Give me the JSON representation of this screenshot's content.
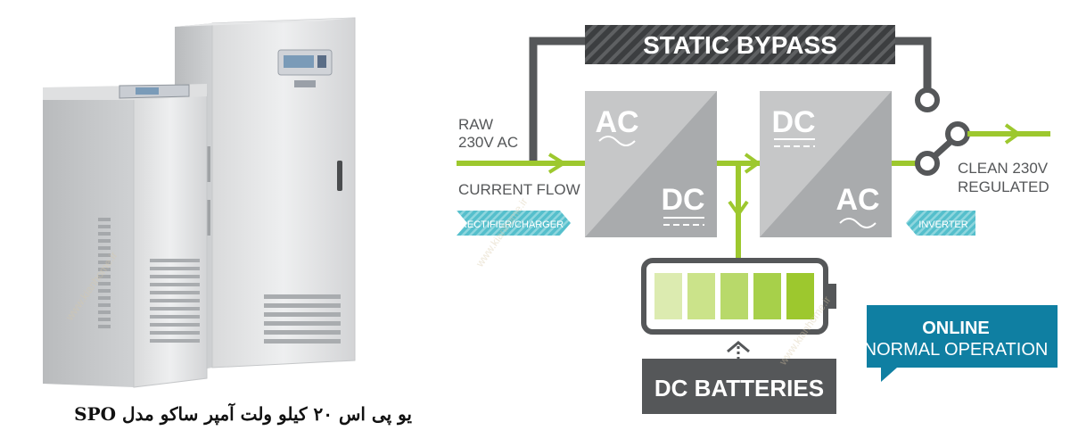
{
  "product": {
    "caption_text": "یو پی اس ۲۰ کیلو ولت آمپر ساکو مدل",
    "caption_model": "SPO"
  },
  "diagram": {
    "static_bypass": "STATIC BYPASS",
    "raw_line1": "RAW",
    "raw_line2": "230V AC",
    "current_flow": "CURRENT FLOW",
    "rectifier_tag": "RECTIFIER/CHARGER",
    "block1_top": "AC",
    "block1_bottom": "DC",
    "block2_top": "DC",
    "block2_bottom": "AC",
    "inverter_tag": "INVERTER",
    "clean_line1": "CLEAN 230V",
    "clean_line2": "REGULATED",
    "batteries_label": "DC BATTERIES",
    "battery_segments": 5,
    "online_line1": "ONLINE",
    "online_line2": "NORMAL OPERATION"
  },
  "watermark": "www.kianhome.ir",
  "colors": {
    "green": "#9dc82e",
    "dark_gray": "#555759",
    "block_gray": "#b9babb",
    "teal": "#0f7fa2",
    "tag_teal": "#5bc2cf"
  }
}
